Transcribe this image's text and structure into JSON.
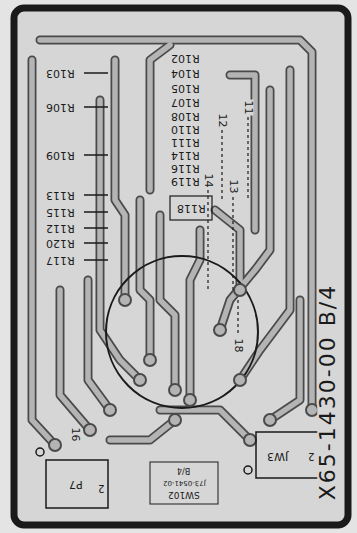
{
  "diagram": {
    "labels": [
      "R102",
      "R104",
      "R105",
      "R107",
      "R108",
      "R110",
      "R111",
      "R114",
      "R116",
      "R119",
      "R118",
      "R103",
      "R106",
      "R109",
      "R113",
      "R115",
      "R112",
      "R120",
      "R117",
      "12",
      "11",
      "14",
      "13",
      "18",
      "16",
      "P7",
      "2",
      "JW3",
      "2",
      "SW102",
      "J73-0541-02",
      "B/4",
      "X65-1430-00 B/4"
    ]
  }
}
